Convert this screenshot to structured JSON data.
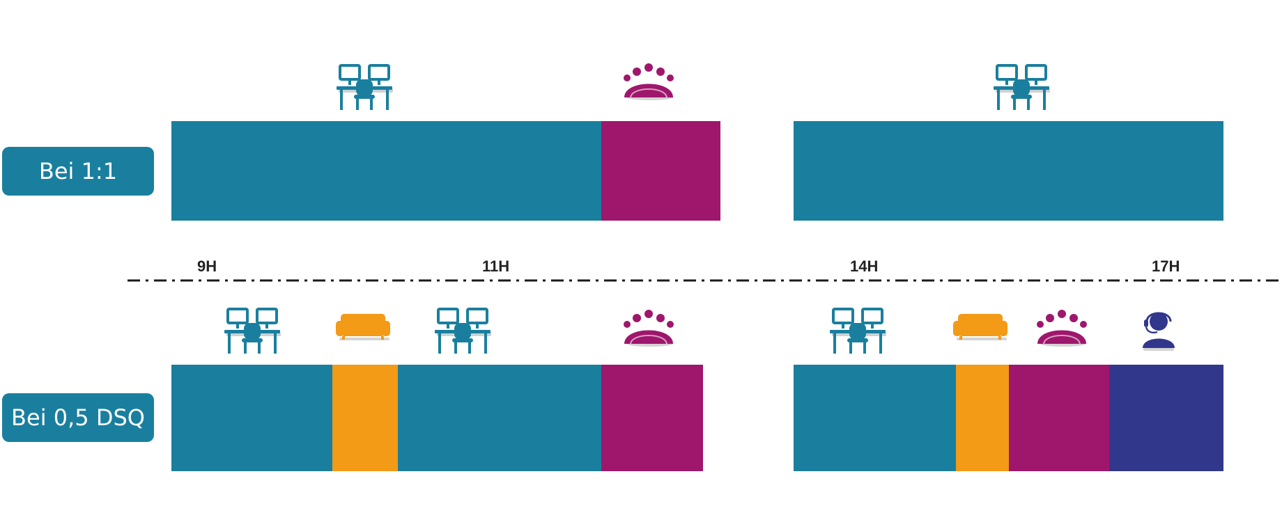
{
  "colors": {
    "work": "#1a7f9e",
    "meeting": "#9e176c",
    "break": "#f39a17",
    "call": "#31378b",
    "line": "#1a1a1a",
    "tick_text": "#222222"
  },
  "row_labels": {
    "row1": "Bei 1:1",
    "row2": "Bei 0,5 DSQ"
  },
  "ticks": [
    "9H",
    "11H",
    "14H",
    "17H"
  ],
  "legend_icons": {
    "work": "desk-workstation-icon",
    "meeting": "meeting-group-icon",
    "break": "sofa-icon",
    "call": "headset-agent-icon"
  }
}
